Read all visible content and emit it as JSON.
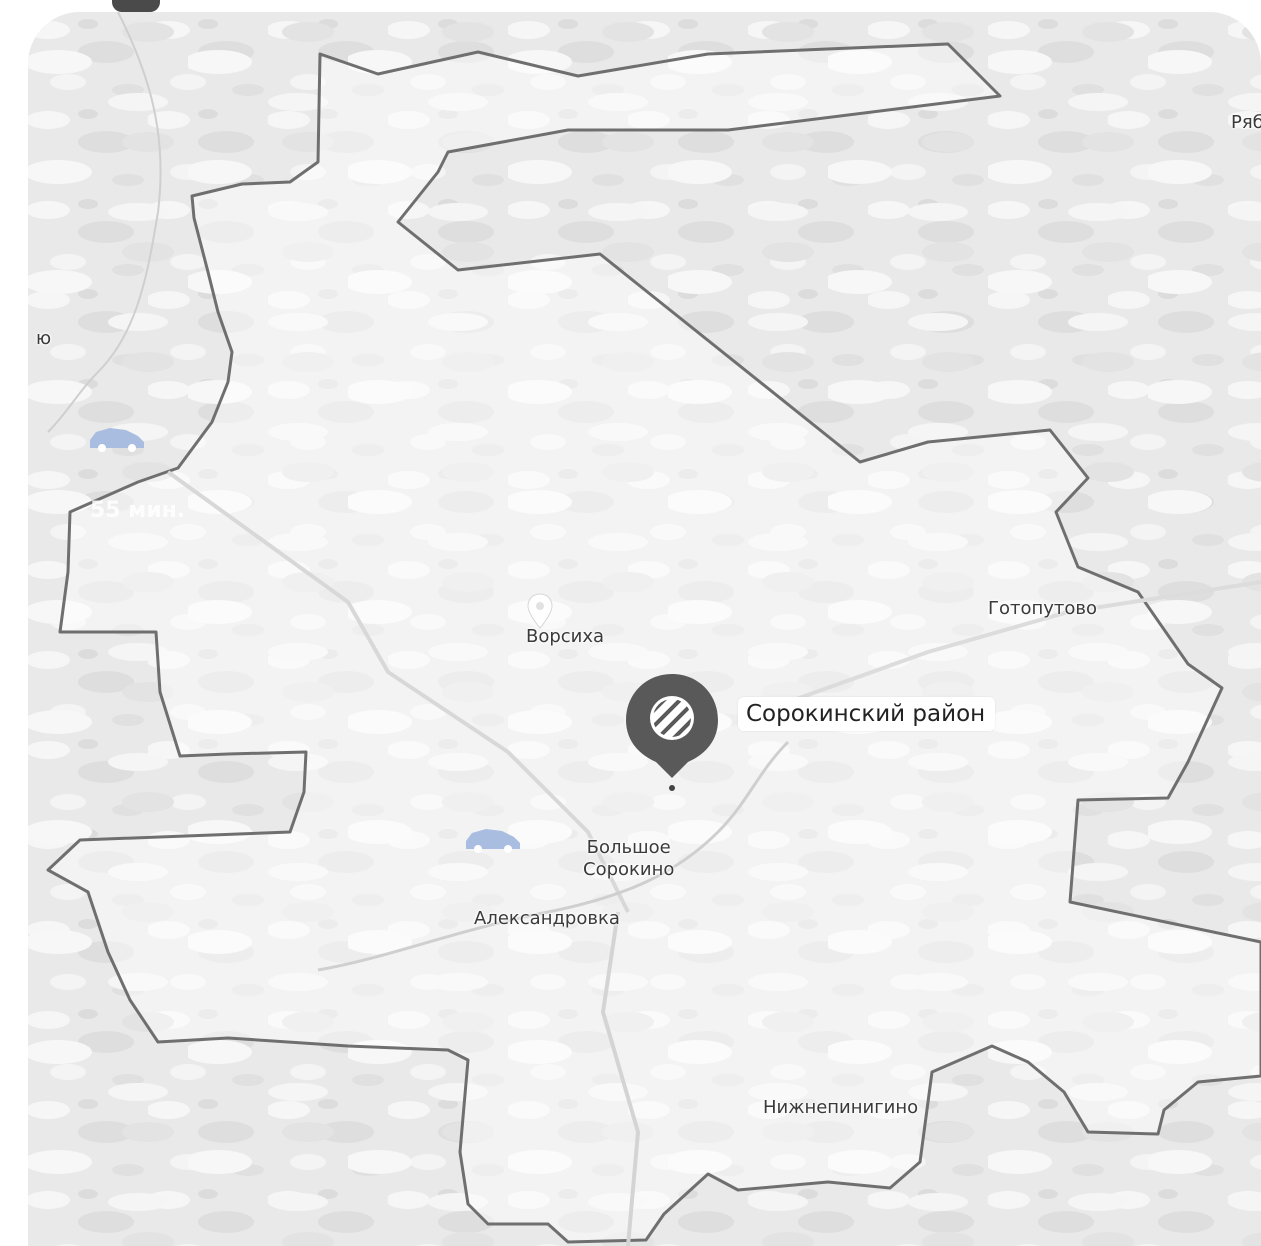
{
  "district_label": "Сорокинский район",
  "places": [
    {
      "id": "vorsikha",
      "name": "Ворсиха"
    },
    {
      "id": "gotoputovo",
      "name": "Готопутово"
    },
    {
      "id": "bolshoe",
      "name": "Большое\nСорокино"
    },
    {
      "id": "aleksandrovka",
      "name": "Александровка"
    },
    {
      "id": "nizhnepinigino",
      "name": "Нижнепинигино"
    },
    {
      "id": "ryab",
      "name": "Ряб"
    },
    {
      "id": "edge",
      "name": "ю"
    }
  ],
  "route_time": "55 мин.",
  "icons": [
    "district-marker-icon",
    "place-pin-icon",
    "car-icon"
  ]
}
